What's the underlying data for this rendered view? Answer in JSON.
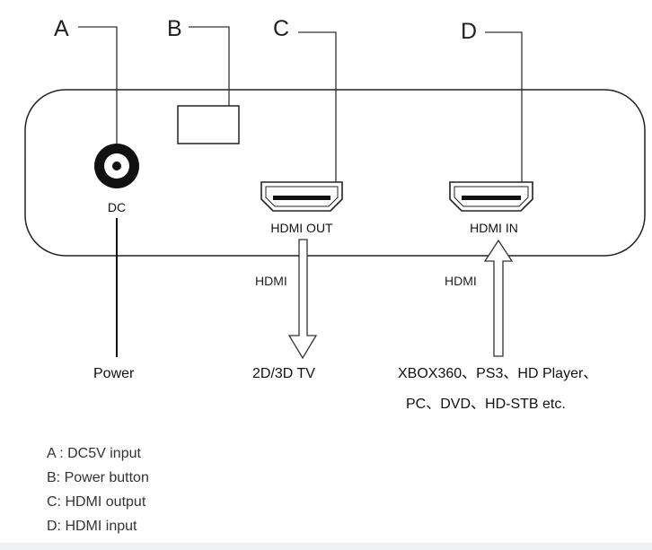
{
  "callouts": {
    "a": "A",
    "b": "B",
    "c": "C",
    "d": "D"
  },
  "ports": {
    "dc": "DC",
    "hdmi_out": "HDMI OUT",
    "hdmi_in": "HDMI IN"
  },
  "signals": {
    "out": "HDMI",
    "in": "HDMI"
  },
  "destinations": {
    "power": "Power",
    "tv": "2D/3D TV",
    "sources_line1": "XBOX360、PS3、HD Player、",
    "sources_line2": "PC、DVD、HD-STB etc."
  },
  "legend": [
    "A : DC5V input",
    "B: Power button",
    "C: HDMI output",
    "D: HDMI input"
  ]
}
